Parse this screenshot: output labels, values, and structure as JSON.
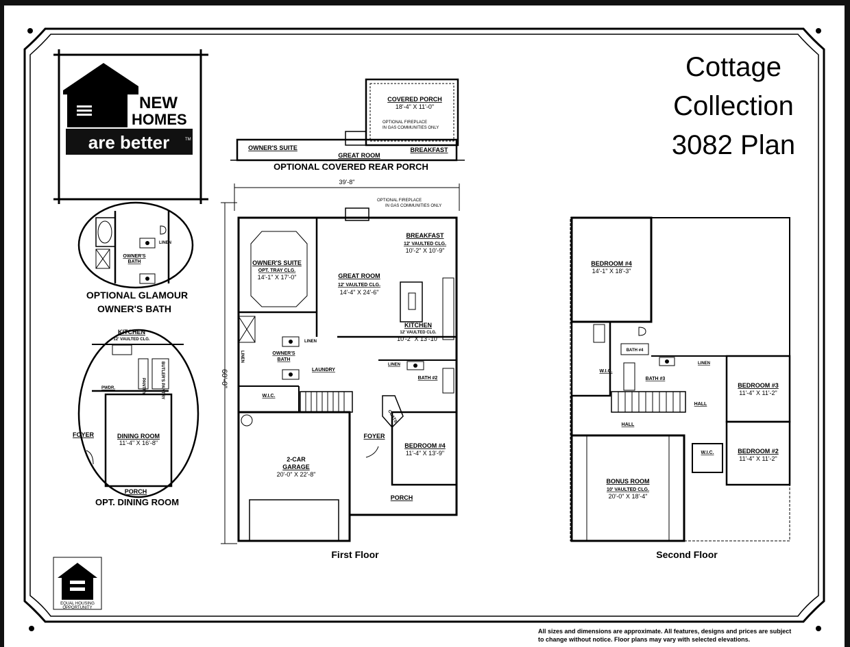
{
  "title": {
    "line1": "Cottage",
    "line2": "Collection",
    "line3": "3082 Plan"
  },
  "logo": {
    "line1": "NEW",
    "line2": "HOMES",
    "line3": "are better",
    "tm": "TM"
  },
  "ehoc": {
    "line1": "EQUAL HOUSING",
    "line2": "OPPORTUNITY"
  },
  "glamour": {
    "room": "OWNER'S",
    "room2": "BATH",
    "linen": "LINEN",
    "caption1": "OPTIONAL GLAMOUR",
    "caption2": "OWNER'S BATH"
  },
  "dining": {
    "kitchen": "KITCHEN",
    "kitchen_sub": "12' VAULTED CLG.",
    "pantry": "PANTRY",
    "butler": "BUTLER'S PANTRY",
    "pwdr": "PWDR.",
    "foyer": "FOYER",
    "room": "DINING ROOM",
    "room_dim": "11'-4\" X 16'-8\"",
    "porch": "PORCH",
    "caption": "OPT. DINING ROOM"
  },
  "rear_porch": {
    "covered": "COVERED PORCH",
    "covered_dim": "18'-4\" X 11'-0\"",
    "fireplace1": "OPTIONAL FIREPLACE",
    "fireplace2": "IN GAS COMMUNITIES ONLY",
    "owners_suite": "OWNER'S SUITE",
    "great_room": "GREAT ROOM",
    "breakfast": "BREAKFAST",
    "caption": "OPTIONAL COVERED REAR PORCH"
  },
  "first_floor": {
    "width_dim": "39'-8\"",
    "depth_dim": "60'-0\"",
    "fireplace1": "OPTIONAL FIREPLACE",
    "fireplace2": "IN GAS COMMUNITIES ONLY",
    "breakfast": "BREAKFAST",
    "breakfast_sub": "12' VAULTED CLG.",
    "breakfast_dim": "10'-2\" X 10'-9\"",
    "owners_suite": "OWNER'S SUITE",
    "owners_sub": "OPT. TRAY CLG.",
    "owners_dim": "14'-1\" X 17'-0\"",
    "great_room": "GREAT ROOM",
    "great_sub": "12' VAULTED CLG.",
    "great_dim": "14'-4\" X 24'-6\"",
    "kitchen": "KITCHEN",
    "kitchen_sub": "12' VAULTED CLG.",
    "kitchen_dim": "10'-2\" X 13'-10\"",
    "owners_bath": "OWNER'S",
    "owners_bath2": "BATH",
    "linen": "LINEN",
    "linen2": "LINEN",
    "laundry": "LAUNDRY",
    "bath2": "BATH #2",
    "wic": "W.I.C.",
    "coats": "COATS",
    "garage": "2-CAR",
    "garage2": "GARAGE",
    "garage_dim": "20'-0\" X 22'-8\"",
    "foyer": "FOYER",
    "bedroom": "BEDROOM #4",
    "bedroom_dim": "11'-4\" X 13'-9\"",
    "porch": "PORCH",
    "caption": "First Floor"
  },
  "second_floor": {
    "bedroom4": "BEDROOM #4",
    "bedroom4_dim": "14'-1\" X 18'-3\"",
    "bath4": "BATH #4",
    "wic": "W.I.C.",
    "bath3": "BATH #3",
    "linen": "LINEN",
    "hall": "HALL",
    "hall2": "HALL",
    "bedroom3": "BEDROOM #3",
    "bedroom3_dim": "11'-4\" X 11'-2\"",
    "wic2": "W.I.C.",
    "bedroom2": "BEDROOM #2",
    "bedroom2_dim": "11'-4\" X 11'-2\"",
    "bonus": "BONUS ROOM",
    "bonus_sub": "10' VAULTED CLG.",
    "bonus_dim": "20'-0\" X 18'-4\"",
    "caption": "Second Floor"
  },
  "disclaimer": {
    "line1": "All sizes and dimensions are approximate. All features, designs and prices are subject",
    "line2": "to change without notice. Floor plans may vary with selected elevations."
  }
}
